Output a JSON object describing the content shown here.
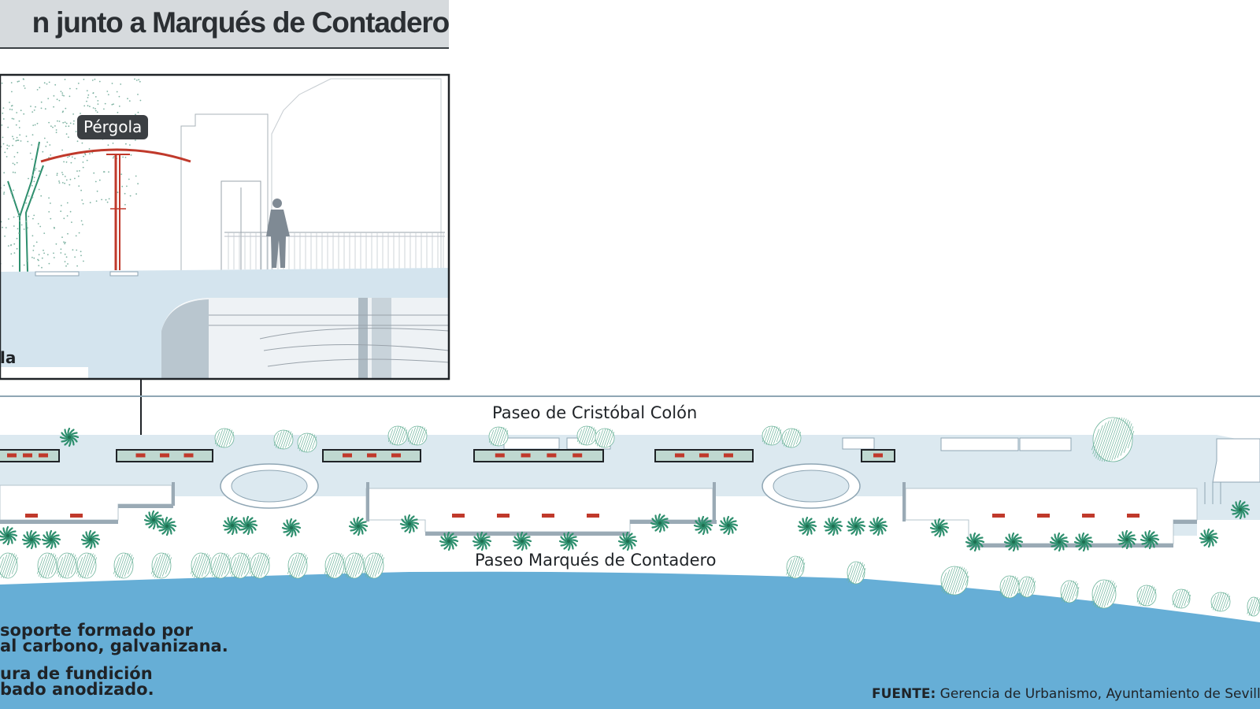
{
  "title": "n junto a Marqués de Contadero",
  "inset": {
    "pergola_label": "Pérgola",
    "cut_label": "la"
  },
  "streets": {
    "top": "Paseo de Cristóbal Colón",
    "bottom": "Paseo Marqués de Contadero"
  },
  "notes": {
    "note1_line1": "soporte formado por",
    "note1_line2": "al carbono, galvanizana.",
    "note2_line1": "ura de fundición",
    "note2_line2": "bado anodizado."
  },
  "source": {
    "label": "FUENTE:",
    "text": " Gerencia de Urbanismo, Ayuntamiento de Sevilla.",
    "cut": " G"
  },
  "colors": {
    "river": "#66aed6",
    "promenade": "#dce9f0",
    "pergola": "#c0392b",
    "palm": "#2e8f6e",
    "title_bg": "#d6dadd"
  }
}
